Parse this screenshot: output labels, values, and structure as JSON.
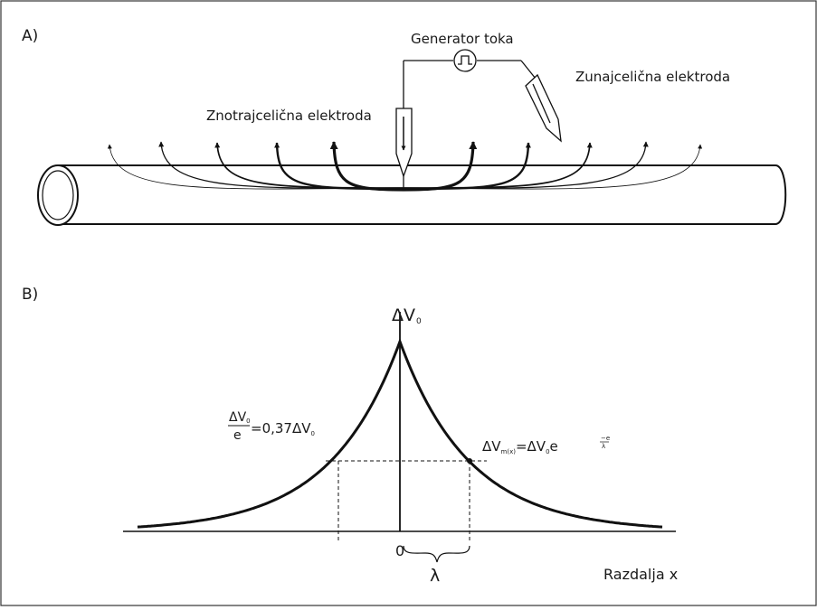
{
  "panel_a": {
    "label": "A)",
    "generator_label": "Generator toka",
    "intracellular_label": "Znotrajcelična elektroda",
    "extracellular_label": "Zunajcelična elektroda"
  },
  "panel_b": {
    "label": "B)",
    "y_axis_label": "ΔV",
    "y_axis_sub": "0",
    "x_axis_label": "Razdalja x",
    "origin_label": "0",
    "lambda_label": "λ",
    "left_eq": {
      "num_main": "ΔV",
      "num_sub": "0",
      "den": "e",
      "rhs_main": "=0,37ΔV",
      "rhs_sub": "0"
    },
    "right_eq": {
      "lhs_main": "ΔV",
      "lhs_sub": "m(x)",
      "mid_main": "=ΔV",
      "mid_sub": "0",
      "base": "e",
      "exp_num": "−e",
      "exp_den": "λ"
    }
  },
  "chart_data": {
    "type": "line",
    "function": "exponential decay ΔV_m(x) = ΔV_0 · e^(−x/λ)",
    "x_axis_label": "Razdalja x",
    "y_axis_label": "ΔV0",
    "marked_level_fraction_of_peak": 0.37,
    "marked_x": "λ"
  }
}
